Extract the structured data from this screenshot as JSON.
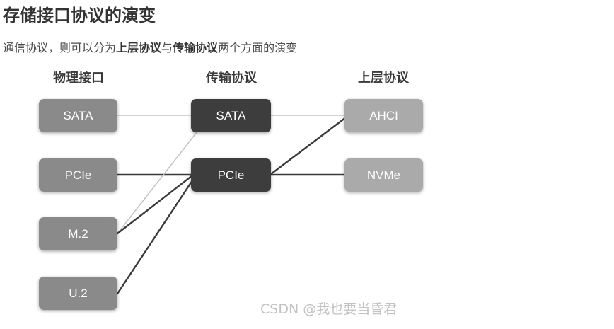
{
  "page": {
    "title": "存储接口协议的演变",
    "intro": {
      "lead": "通信协议，则可以分为",
      "term1": "上层协议",
      "joiner": "与",
      "term2": "传输协议",
      "tail": "两个方面的演变"
    }
  },
  "diagram": {
    "columns": [
      {
        "id": "physical",
        "header": "物理接口",
        "nodes": [
          "SATA",
          "PCIe",
          "M.2",
          "U.2"
        ]
      },
      {
        "id": "transport",
        "header": "传输协议",
        "nodes": [
          "SATA",
          "PCIe"
        ]
      },
      {
        "id": "upper",
        "header": "上层协议",
        "nodes": [
          "AHCI",
          "NVMe"
        ]
      }
    ],
    "edges": [
      {
        "from": "physical.SATA",
        "to": "transport.SATA",
        "weight": "light"
      },
      {
        "from": "physical.PCIe",
        "to": "transport.PCIe",
        "weight": "dark"
      },
      {
        "from": "physical.M.2",
        "to": "transport.SATA",
        "weight": "light"
      },
      {
        "from": "physical.M.2",
        "to": "transport.PCIe",
        "weight": "dark"
      },
      {
        "from": "physical.U.2",
        "to": "transport.PCIe",
        "weight": "dark"
      },
      {
        "from": "transport.SATA",
        "to": "upper.AHCI",
        "weight": "light"
      },
      {
        "from": "transport.PCIe",
        "to": "upper.AHCI",
        "weight": "dark"
      },
      {
        "from": "transport.PCIe",
        "to": "upper.NVMe",
        "weight": "dark"
      }
    ],
    "colors": {
      "physical_box": "#8a8a8a",
      "transport_box": "#3d3d3d",
      "upper_box": "#aaaaaa",
      "edge_dark": "#3a3a3a",
      "edge_light": "#c4c4c4"
    }
  },
  "watermark": "CSDN @我也要当昏君"
}
